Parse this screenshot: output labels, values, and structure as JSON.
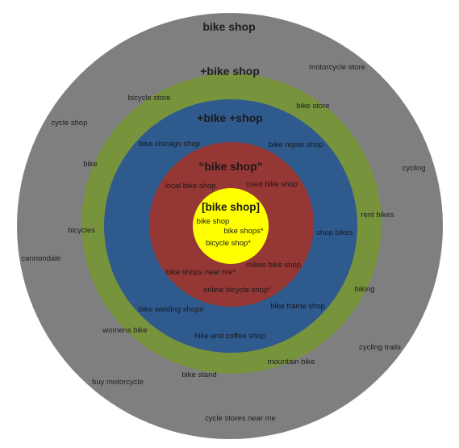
{
  "rings": [
    {
      "id": "outer",
      "title": "bike shop",
      "color": "#7f7f7f",
      "text_color": "#1f1f1f",
      "keywords": [
        "motorcycle store",
        "cycle shop",
        "cycling",
        "cannondale",
        "cycling trails",
        "buy motorcycle",
        "cycle stores near me"
      ]
    },
    {
      "id": "broad",
      "title": "+bike shop",
      "color": "#77933c",
      "text_color": "#1f1f1f",
      "keywords": [
        "bicycle store",
        "bike store",
        "bike",
        "rent bikes",
        "bicycles",
        "biking",
        "womens bike",
        "mountain bike",
        "bike stand"
      ]
    },
    {
      "id": "phrase-modified",
      "title": "+bike +shop",
      "color": "#2e5a8e",
      "text_color": "#1a1a1a",
      "keywords": [
        "bike chicago shop",
        "bike repair shop",
        "shop bikes",
        "bike welding shops",
        "bike frame shop",
        "bike and coffee shop"
      ]
    },
    {
      "id": "phrase",
      "title": "“bike shop”",
      "color": "#953735",
      "text_color": "#1a1a1a",
      "keywords": [
        "local bike shop",
        "used bike shop",
        "mikes bike shop",
        "bike shops near me*",
        "online bicycle shop*"
      ]
    },
    {
      "id": "exact",
      "title": "[bike shop]",
      "color": "#ffff00",
      "text_color": "#1a1a1a",
      "keywords": [
        "bike shop",
        "bike shops*",
        "bicycle shop*"
      ]
    }
  ]
}
